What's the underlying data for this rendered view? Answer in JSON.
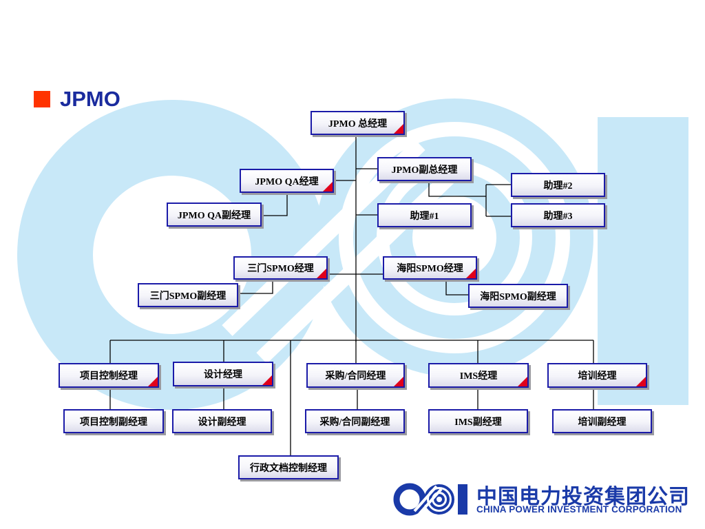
{
  "title": "JPMO",
  "boxes": {
    "gm": "JPMO 总经理",
    "qa_manager": "JPMO QA经理",
    "deputy_gm": "JPMO副总经理",
    "qa_deputy": "JPMO QA副经理",
    "assistant1": "助理#1",
    "assistant2": "助理#2",
    "assistant3": "助理#3",
    "sanmen_manager": "三门SPMO经理",
    "sanmen_deputy": "三门SPMO副经理",
    "haiyang_manager": "海阳SPMO经理",
    "haiyang_deputy": "海阳SPMO副经理",
    "project_control": "项目控制经理",
    "project_control_deputy": "项目控制副经理",
    "design": "设计经理",
    "design_deputy": "设计副经理",
    "procurement": "采购/合同经理",
    "procurement_deputy": "采购/合同副经理",
    "ims": "IMS经理",
    "ims_deputy": "IMS副经理",
    "training": "培训经理",
    "training_deputy": "培训副经理",
    "admin_doc": "行政文档控制经理"
  },
  "logo": {
    "name_cn": "中国电力投资集团公司",
    "name_en": "CHINA POWER INVESTMENT CORPORATION"
  },
  "colors": {
    "accent_square": "#ff3300",
    "title_text": "#1a2b9e",
    "box_border": "#1a1aa8",
    "corner_triangle": "#e0001b",
    "background_logo": "#c8e8f8",
    "logo_blue": "#1a3aa8"
  }
}
